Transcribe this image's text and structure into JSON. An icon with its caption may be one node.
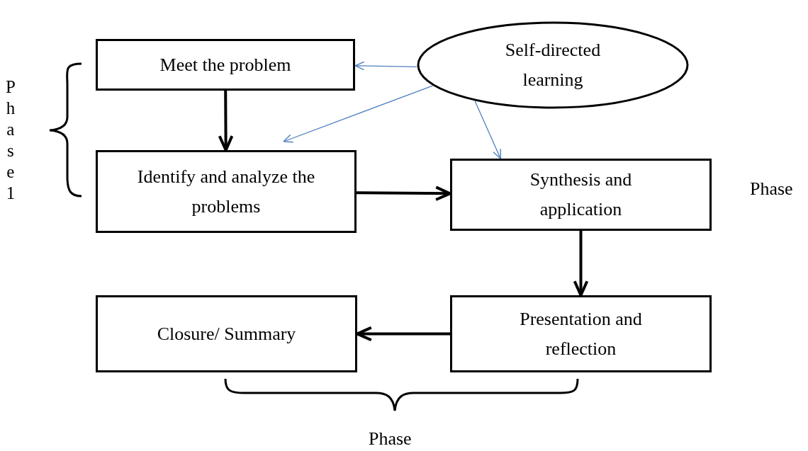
{
  "diagram": {
    "nodes": [
      {
        "text": [
          "Meet the problem"
        ]
      },
      {
        "text": [
          "Identify and analyze the problems"
        ]
      },
      {
        "text": [
          "Synthesis and application"
        ]
      },
      {
        "text": [
          "Presentation and reflection"
        ]
      },
      {
        "text": [
          "Closure/ Summary"
        ]
      },
      {
        "text": [
          "Self-directed learning"
        ]
      }
    ],
    "edges": [
      {
        "from": 0,
        "to": 1,
        "arrow": "to"
      },
      {
        "from": 1,
        "to": 2,
        "arrow": "to"
      },
      {
        "from": 2,
        "to": 3,
        "arrow": "to"
      },
      {
        "from": 3,
        "to": 4,
        "arrow": "to"
      },
      {
        "from": 5,
        "to": 0,
        "arrow": "to",
        "color": "#4f81bd"
      },
      {
        "from": 5,
        "to": 1,
        "arrow": "to",
        "color": "#4f81bd"
      },
      {
        "from": 5,
        "to": 2,
        "arrow": "to",
        "color": "#4f81bd"
      }
    ],
    "labels": [
      "Phase 1",
      "Phase",
      "Phase"
    ]
  }
}
